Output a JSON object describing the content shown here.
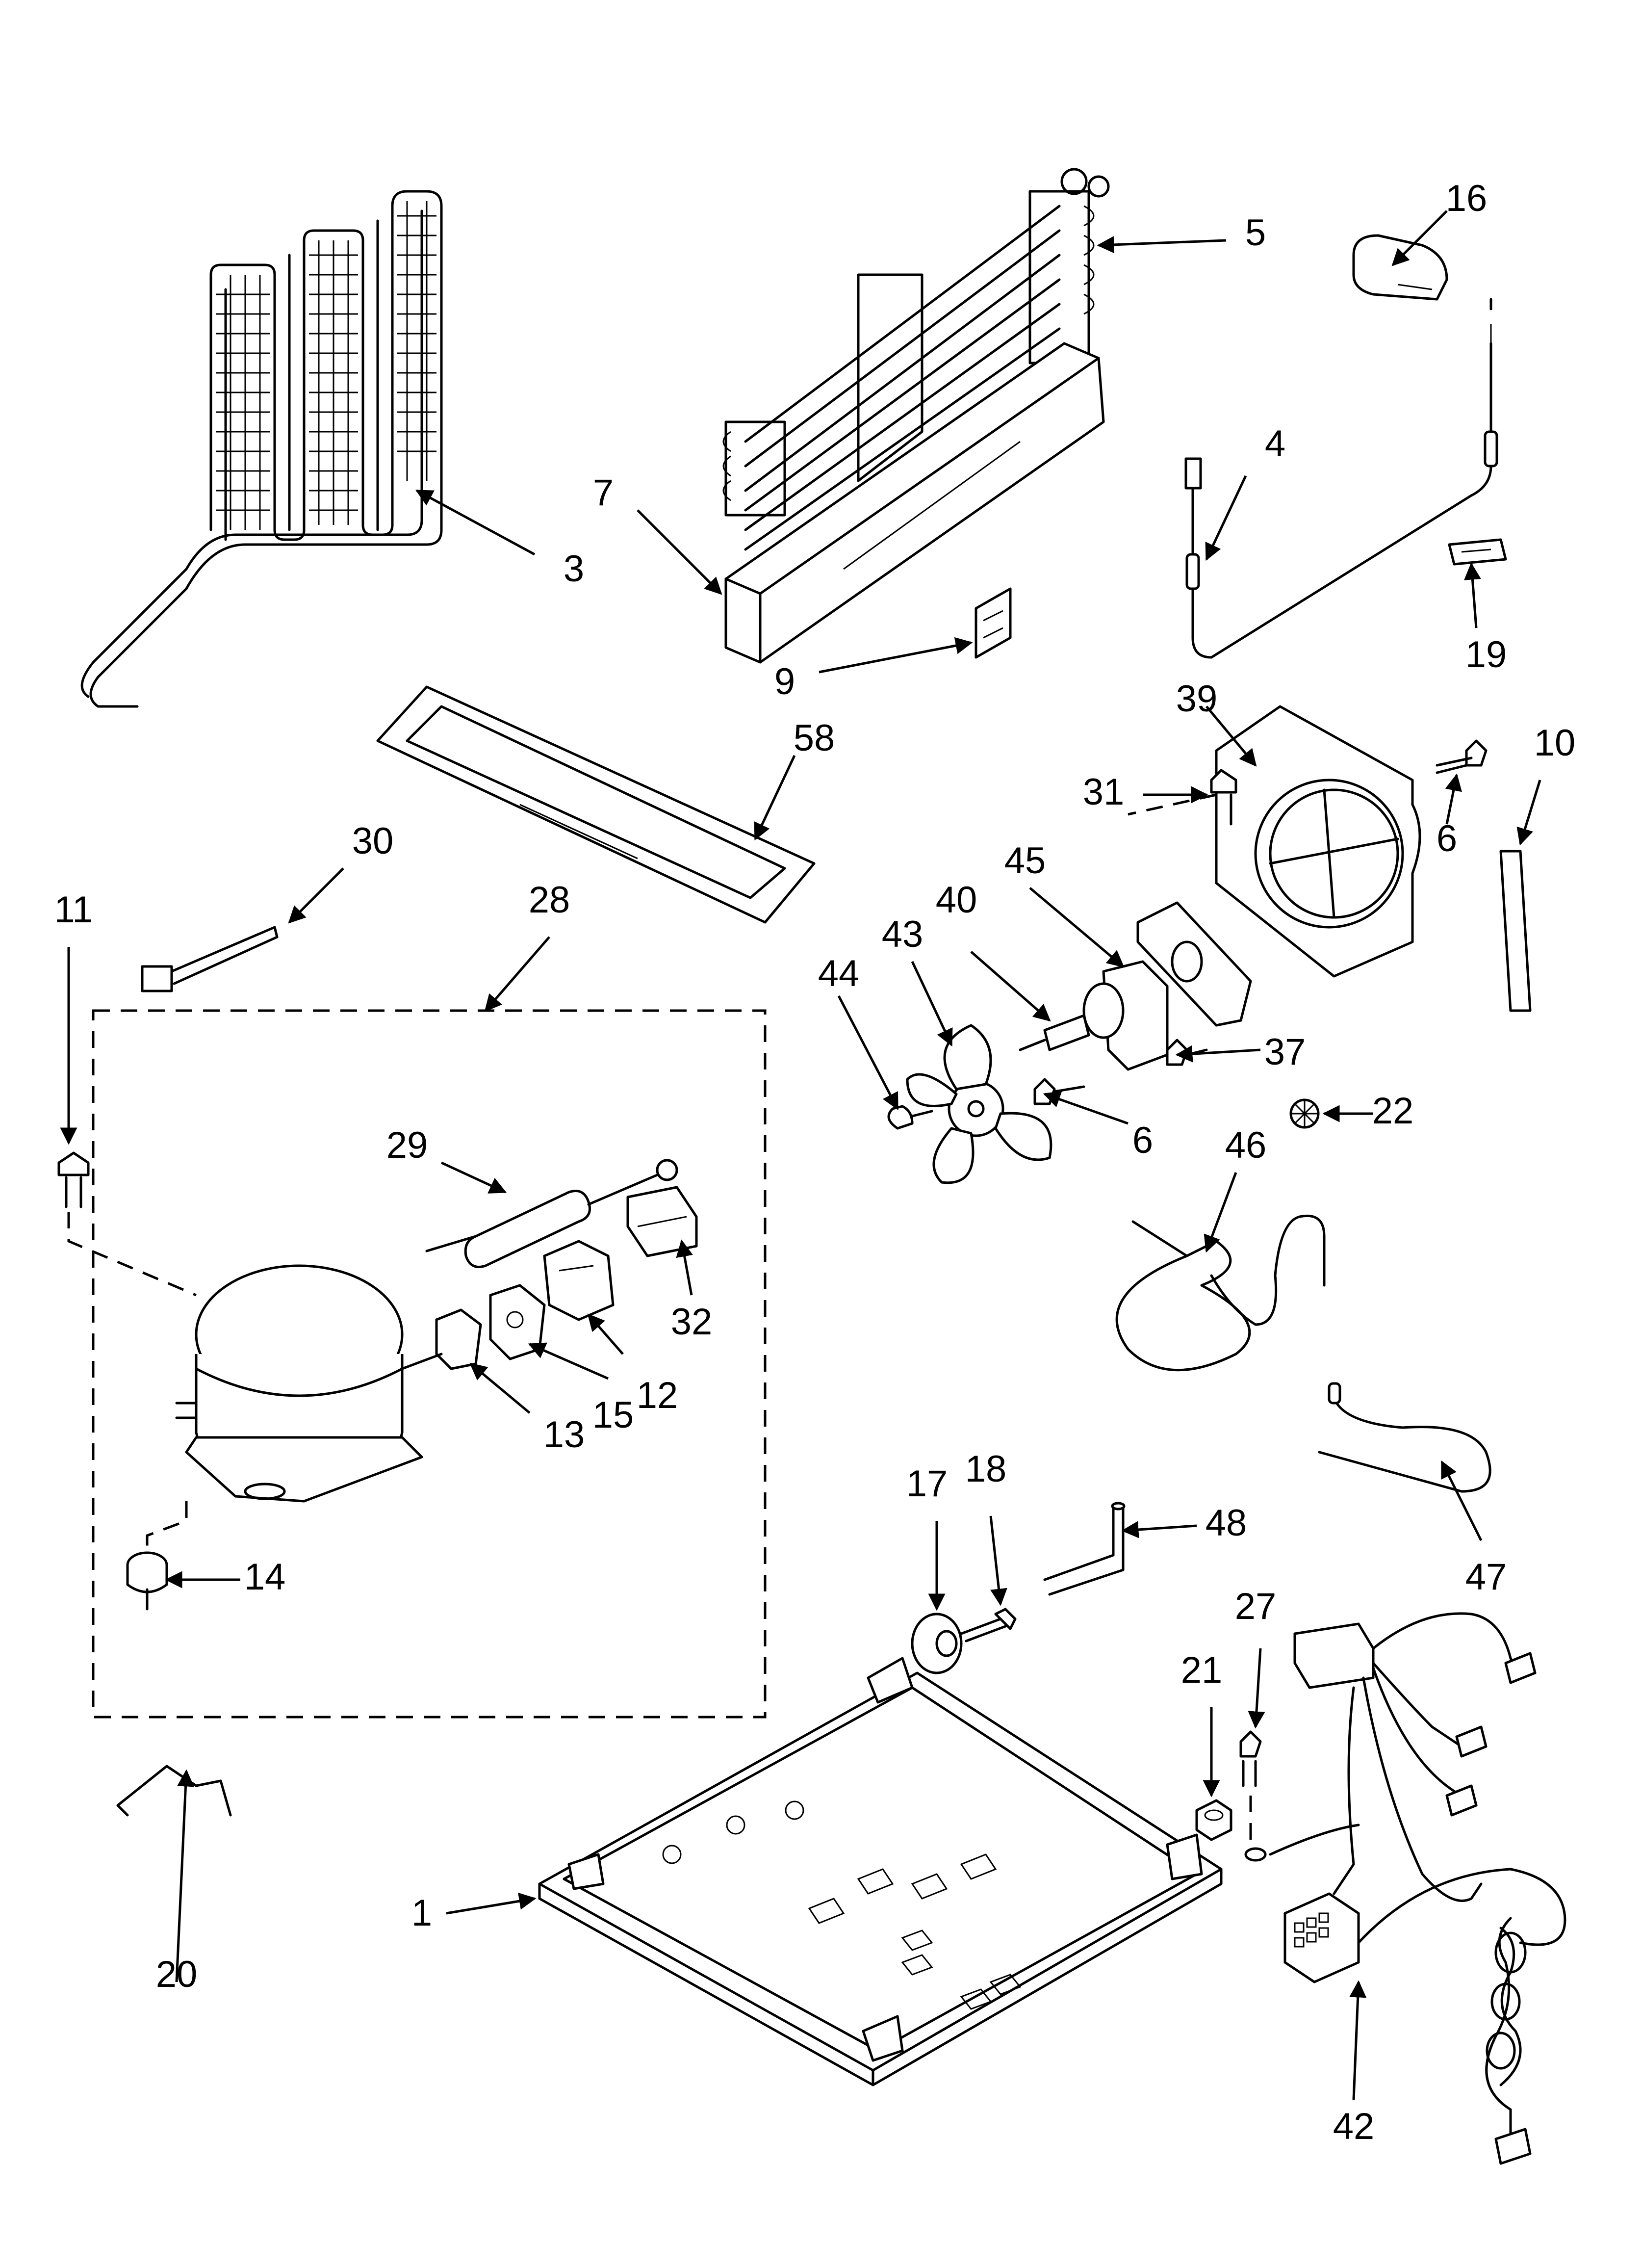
{
  "diagram": {
    "callouts": {
      "c1": "1",
      "c3": "3",
      "c4": "4",
      "c5": "5",
      "c6a": "6",
      "c6b": "6",
      "c7": "7",
      "c9": "9",
      "c10": "10",
      "c11": "11",
      "c12": "12",
      "c13": "13",
      "c14": "14",
      "c15": "15",
      "c16": "16",
      "c17": "17",
      "c18": "18",
      "c19": "19",
      "c20": "20",
      "c21": "21",
      "c22": "22",
      "c27": "27",
      "c28": "28",
      "c29": "29",
      "c30": "30",
      "c31": "31",
      "c32": "32",
      "c37": "37",
      "c39": "39",
      "c40": "40",
      "c42": "42",
      "c43": "43",
      "c44": "44",
      "c45": "45",
      "c46": "46",
      "c47": "47",
      "c48": "48",
      "c58": "58"
    }
  }
}
